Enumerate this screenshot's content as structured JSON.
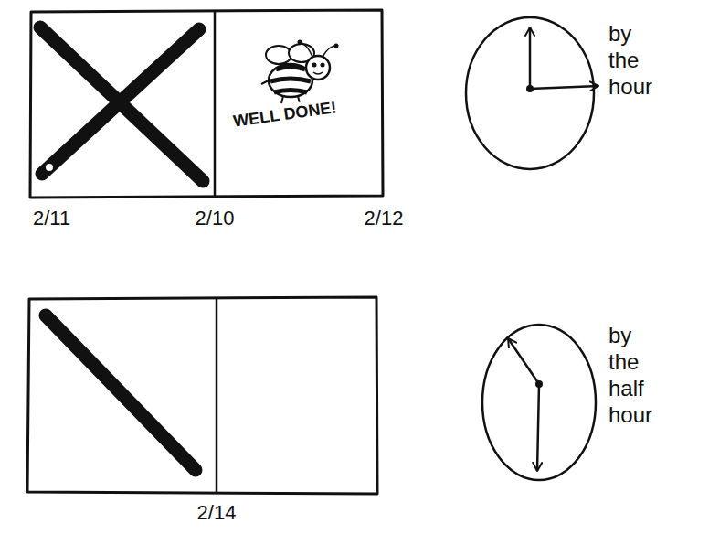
{
  "diagram": {
    "labels": [
      "WELL DONE!",
      "2/11",
      "2/10",
      "2/12",
      "by the hour",
      "2/14",
      "by the half hour"
    ]
  }
}
